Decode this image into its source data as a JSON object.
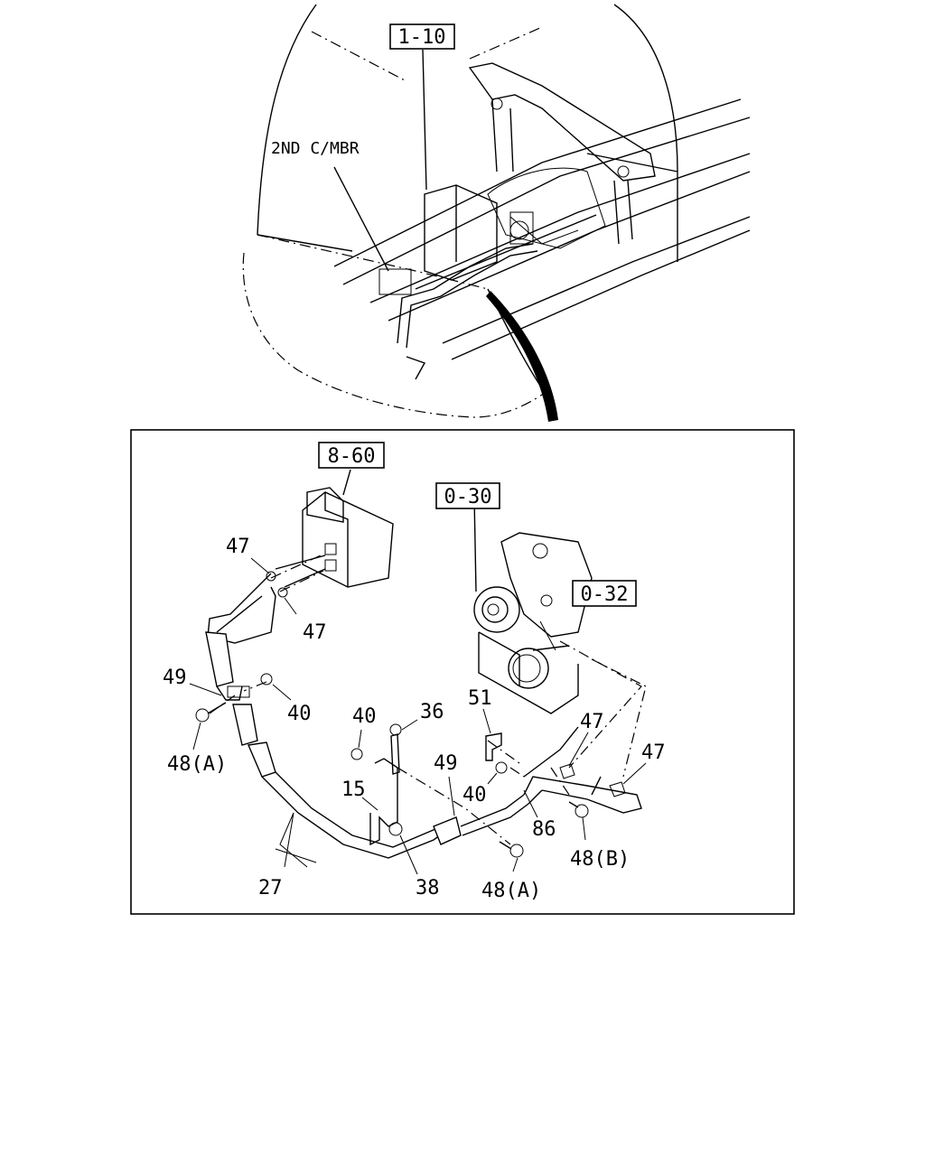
{
  "refs": {
    "top_cab": "1-10",
    "heater": "8-60",
    "engine": "0-30",
    "engine_acc": "0-32"
  },
  "top": {
    "second_member": "2ND C/MBR"
  },
  "callouts": {
    "p47a": "47",
    "p47b": "47",
    "p49a": "49",
    "p40a": "40",
    "p48a_left": "48(A)",
    "p40b": "40",
    "p36": "36",
    "p15": "15",
    "p27": "27",
    "p38": "38",
    "p49b": "49",
    "p48a_right": "48(A)",
    "p51": "51",
    "p40c": "40",
    "p86": "86",
    "p47c": "47",
    "p47d": "47",
    "p48b": "48(B)"
  }
}
